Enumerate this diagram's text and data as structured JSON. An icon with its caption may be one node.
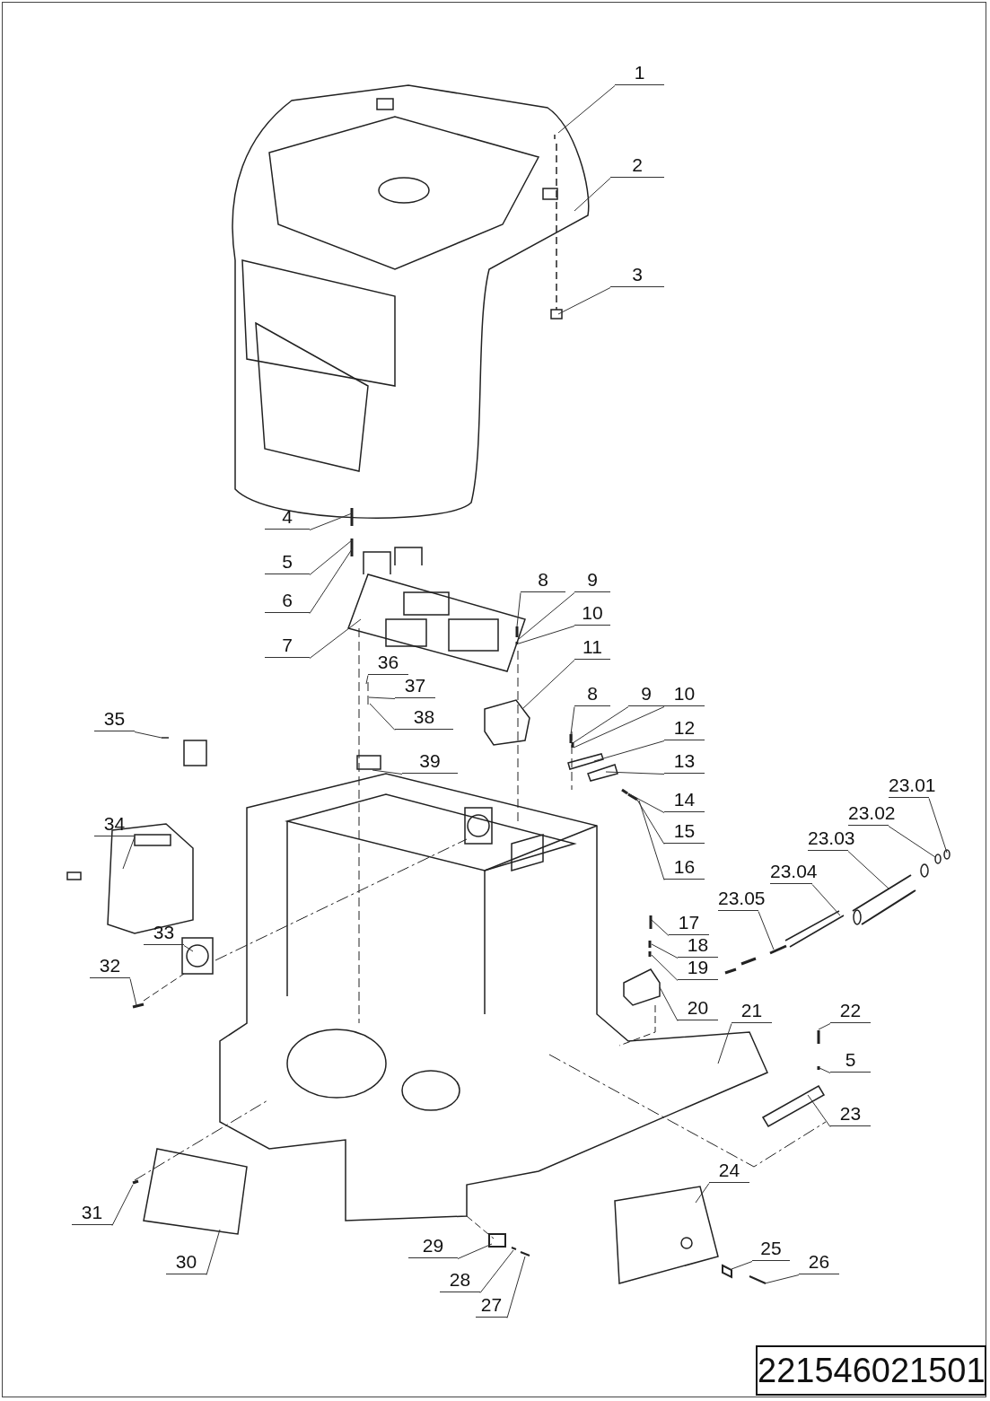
{
  "diagram": {
    "nodes": [
      {
        "text": [
          "1"
        ]
      },
      {
        "text": [
          "2"
        ]
      },
      {
        "text": [
          "3"
        ]
      },
      {
        "text": [
          "4"
        ]
      },
      {
        "text": [
          "5"
        ]
      },
      {
        "text": [
          "6"
        ]
      },
      {
        "text": [
          "7"
        ]
      },
      {
        "text": [
          "8"
        ]
      },
      {
        "text": [
          "9"
        ]
      },
      {
        "text": [
          "10"
        ]
      },
      {
        "text": [
          "11"
        ]
      },
      {
        "text": [
          "36"
        ]
      },
      {
        "text": [
          "37"
        ]
      },
      {
        "text": [
          "38"
        ]
      },
      {
        "text": [
          "39"
        ]
      },
      {
        "text": [
          "8"
        ]
      },
      {
        "text": [
          "9"
        ]
      },
      {
        "text": [
          "10"
        ]
      },
      {
        "text": [
          "12"
        ]
      },
      {
        "text": [
          "13"
        ]
      },
      {
        "text": [
          "14"
        ]
      },
      {
        "text": [
          "15"
        ]
      },
      {
        "text": [
          "16"
        ]
      },
      {
        "text": [
          "23.01"
        ]
      },
      {
        "text": [
          "23.02"
        ]
      },
      {
        "text": [
          "23.03"
        ]
      },
      {
        "text": [
          "23.04"
        ]
      },
      {
        "text": [
          "23.05"
        ]
      },
      {
        "text": [
          "35"
        ]
      },
      {
        "text": [
          "34"
        ]
      },
      {
        "text": [
          "17"
        ]
      },
      {
        "text": [
          "18"
        ]
      },
      {
        "text": [
          "19"
        ]
      },
      {
        "text": [
          "20"
        ]
      },
      {
        "text": [
          "21"
        ]
      },
      {
        "text": [
          "22"
        ]
      },
      {
        "text": [
          "5"
        ]
      },
      {
        "text": [
          "23"
        ]
      },
      {
        "text": [
          "33"
        ]
      },
      {
        "text": [
          "32"
        ]
      },
      {
        "text": [
          "31"
        ]
      },
      {
        "text": [
          "30"
        ]
      },
      {
        "text": [
          "24"
        ]
      },
      {
        "text": [
          "25"
        ]
      },
      {
        "text": [
          "26"
        ]
      },
      {
        "text": [
          "29"
        ]
      },
      {
        "text": [
          "28"
        ]
      },
      {
        "text": [
          "27"
        ]
      },
      {
        "text": [
          "221546021501"
        ]
      }
    ],
    "edges": [
      {
        "from": 0,
        "to": null,
        "arrow": "none"
      },
      {
        "from": 1,
        "to": null,
        "arrow": "none"
      },
      {
        "from": 2,
        "to": null,
        "arrow": "none"
      },
      {
        "from": 3,
        "to": null,
        "arrow": "none"
      },
      {
        "from": 4,
        "to": null,
        "arrow": "none"
      },
      {
        "from": 5,
        "to": null,
        "arrow": "none"
      },
      {
        "from": 6,
        "to": null,
        "arrow": "none"
      },
      {
        "from": 7,
        "to": null,
        "arrow": "none"
      },
      {
        "from": 8,
        "to": null,
        "arrow": "none"
      },
      {
        "from": 9,
        "to": null,
        "arrow": "none"
      },
      {
        "from": 10,
        "to": null,
        "arrow": "none"
      },
      {
        "from": 11,
        "to": null,
        "arrow": "none"
      },
      {
        "from": 12,
        "to": null,
        "arrow": "none"
      },
      {
        "from": 13,
        "to": null,
        "arrow": "none"
      },
      {
        "from": 14,
        "to": null,
        "arrow": "none"
      },
      {
        "from": 15,
        "to": null,
        "arrow": "none"
      },
      {
        "from": 16,
        "to": null,
        "arrow": "none"
      },
      {
        "from": 17,
        "to": null,
        "arrow": "none"
      },
      {
        "from": 18,
        "to": null,
        "arrow": "none"
      },
      {
        "from": 19,
        "to": null,
        "arrow": "none"
      },
      {
        "from": 20,
        "to": null,
        "arrow": "none"
      },
      {
        "from": 21,
        "to": null,
        "arrow": "none"
      },
      {
        "from": 22,
        "to": null,
        "arrow": "none"
      },
      {
        "from": 23,
        "to": null,
        "arrow": "none"
      },
      {
        "from": 24,
        "to": null,
        "arrow": "none"
      },
      {
        "from": 25,
        "to": null,
        "arrow": "none"
      },
      {
        "from": 26,
        "to": null,
        "arrow": "none"
      },
      {
        "from": 27,
        "to": null,
        "arrow": "none"
      },
      {
        "from": 28,
        "to": null,
        "arrow": "none"
      },
      {
        "from": 29,
        "to": null,
        "arrow": "none"
      },
      {
        "from": 30,
        "to": null,
        "arrow": "none"
      },
      {
        "from": 31,
        "to": null,
        "arrow": "none"
      },
      {
        "from": 32,
        "to": null,
        "arrow": "none"
      },
      {
        "from": 33,
        "to": null,
        "arrow": "none"
      },
      {
        "from": 34,
        "to": null,
        "arrow": "none"
      },
      {
        "from": 35,
        "to": null,
        "arrow": "none"
      },
      {
        "from": 36,
        "to": null,
        "arrow": "none"
      },
      {
        "from": 37,
        "to": null,
        "arrow": "none"
      },
      {
        "from": 38,
        "to": null,
        "arrow": "none"
      },
      {
        "from": 39,
        "to": null,
        "arrow": "none"
      },
      {
        "from": 40,
        "to": null,
        "arrow": "none"
      },
      {
        "from": 41,
        "to": null,
        "arrow": "none"
      },
      {
        "from": 42,
        "to": null,
        "arrow": "none"
      },
      {
        "from": 43,
        "to": null,
        "arrow": "none"
      },
      {
        "from": 44,
        "to": null,
        "arrow": "none"
      },
      {
        "from": 45,
        "to": null,
        "arrow": "none"
      },
      {
        "from": 46,
        "to": null,
        "arrow": "none"
      },
      {
        "from": 47,
        "to": null,
        "arrow": "none"
      }
    ]
  }
}
